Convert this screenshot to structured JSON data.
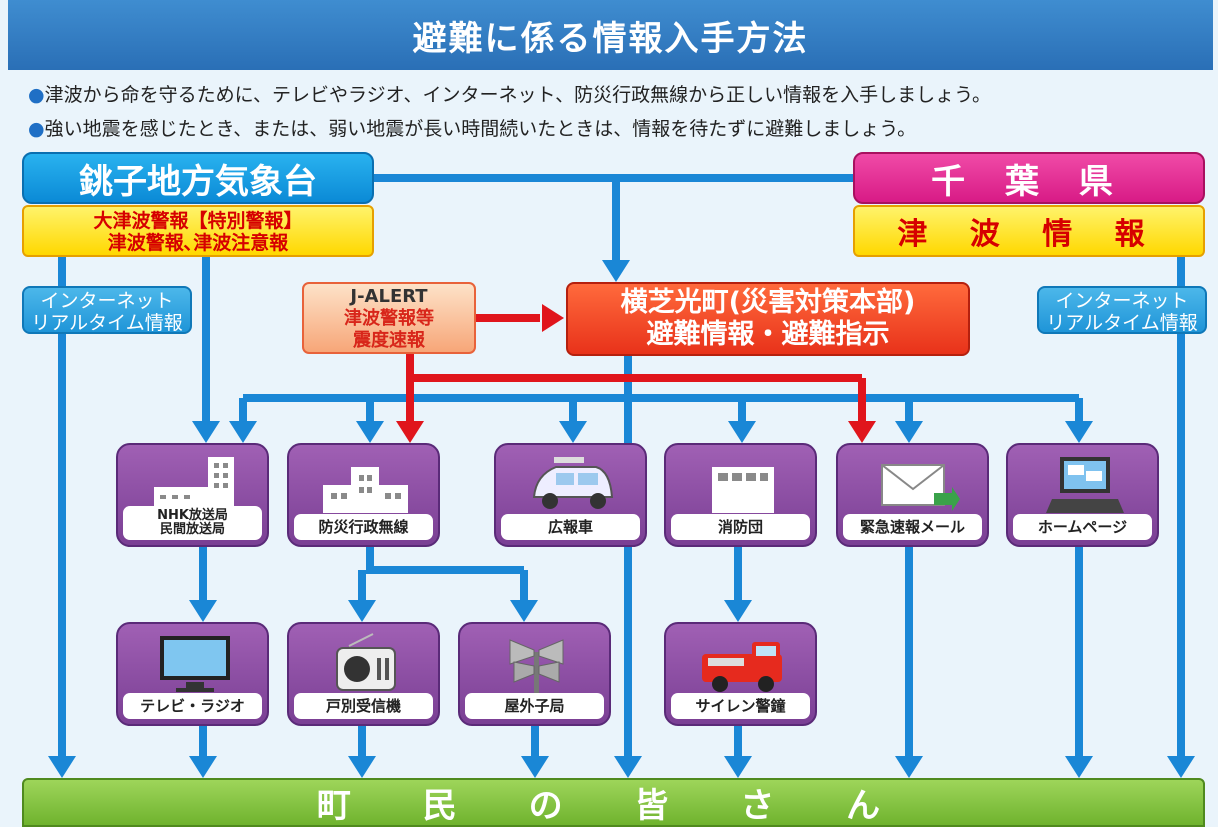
{
  "title": "避難に係る情報入手方法",
  "intro": [
    "津波から命を守るために、テレビやラジオ、インターネット、防災行政無線から正しい情報を入手しましょう。",
    "強い地震を感じたとき、または、弱い地震が長い時間続いたときは、情報を待たずに避難しましょう。"
  ],
  "bullet": "●",
  "choshi": {
    "name": "銚子地方気象台",
    "warnings": [
      "大津波警報【特別警報】",
      "津波警報､津波注意報"
    ],
    "internet": [
      "インターネット",
      "リアルタイム情報"
    ]
  },
  "chiba": {
    "name": "千 葉 県",
    "info": "津 波 情 報",
    "internet": [
      "インターネット",
      "リアルタイム情報"
    ]
  },
  "jalert": {
    "head": "J-ALERT",
    "lines": [
      "津波警報等",
      "震度速報"
    ]
  },
  "town": {
    "lines": [
      "横芝光町(災害対策本部)",
      "避難情報・避難指示"
    ]
  },
  "channels": {
    "nhk": "NHK放送局\n民間放送局",
    "bousai": "防災行政無線",
    "kohosha": "広報車",
    "shobodan": "消防団",
    "mail": "緊急速報メール",
    "homepage": "ホームページ",
    "tv": "テレビ・ラジオ",
    "kobetsu": "戸別受信機",
    "okugai": "屋外子局",
    "siren": "サイレン警鐘"
  },
  "residents": "町 民 の 皆 さ ん",
  "colors": {
    "blue_arrow": "#1a87d6",
    "red_arrow": "#e0151c",
    "box_purple": "#8a4aa3"
  }
}
